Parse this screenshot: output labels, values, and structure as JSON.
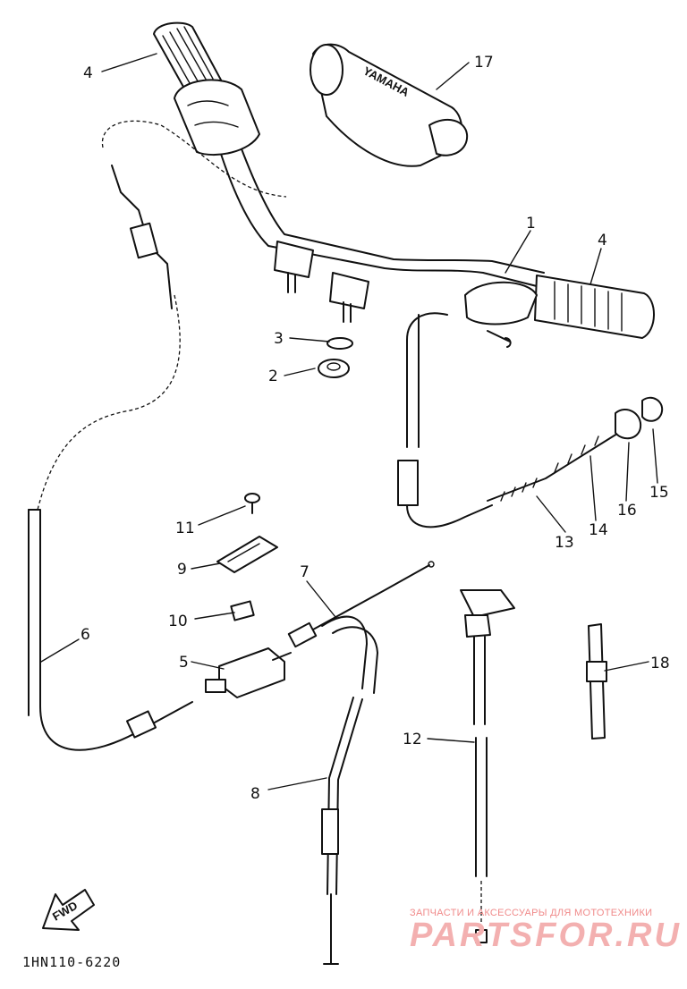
{
  "diagram": {
    "part_labels": {
      "p1": "1",
      "p2": "2",
      "p3": "3",
      "p4a": "4",
      "p4b": "4",
      "p5": "5",
      "p6": "6",
      "p7": "7",
      "p8": "8",
      "p9": "9",
      "p10": "10",
      "p11": "11",
      "p12": "12",
      "p13": "13",
      "p14": "14",
      "p15": "15",
      "p16": "16",
      "p17": "17",
      "p18": "18"
    },
    "fwd_label": "FWD",
    "drawing_code": "1HN110-6220",
    "grip_brand": "YAMAHA"
  },
  "watermark": {
    "line1": "ЗАПЧАСТИ И АКСЕССУАРЫ ДЛЯ МОТОТЕХНИКИ",
    "line2": "PARTSFOR.RU"
  }
}
